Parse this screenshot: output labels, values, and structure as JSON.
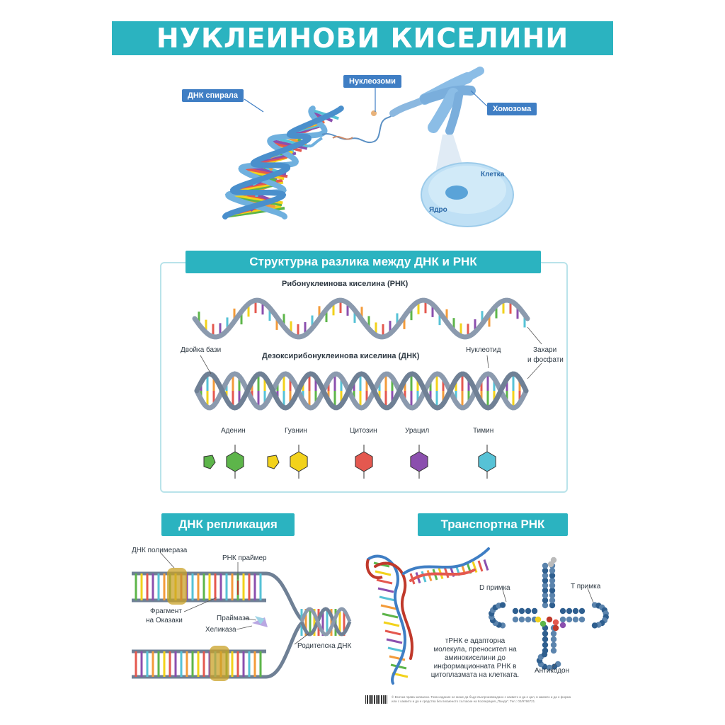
{
  "title": "НУКЛЕИНОВИ КИСЕЛИНИ",
  "top": {
    "dna_spiral": "ДНК спирала",
    "nucleosomes": "Нуклеозоми",
    "chromosome": "Хомозома",
    "cell": "Клетка",
    "nucleus": "Ядро"
  },
  "structure": {
    "header": "Структурна разлика между ДНК и РНК",
    "rna_title": "Рибонуклеинова киселина (РНК)",
    "dna_title": "Дезоксирибонуклеинова киселина (ДНК)",
    "base_pairs": "Двойка бази",
    "nucleotide": "Нуклеотид",
    "sugars_line1": "Захари",
    "sugars_line2": "и фосфати",
    "bases": [
      {
        "name": "Аденин",
        "color": "#5db54a"
      },
      {
        "name": "Гуанин",
        "color": "#f2d21b"
      },
      {
        "name": "Цитозин",
        "color": "#e4584f"
      },
      {
        "name": "Урацил",
        "color": "#8b4fae"
      },
      {
        "name": "Тимин",
        "color": "#56c2d6"
      }
    ],
    "base_pair_colors": [
      "#5db54a",
      "#f2d21b",
      "#e4584f",
      "#8b4fae",
      "#56c2d6",
      "#f39b3a"
    ]
  },
  "replication": {
    "header": "ДНК репликация",
    "polymerase": "ДНК полимераза",
    "rna_primer": "РНК праймер",
    "okazaki_line1": "Фрагмент",
    "okazaki_line2": "на Оказаки",
    "primase": "Праймаза",
    "helicase": "Хеликаза",
    "parent_dna": "Родителска ДНК"
  },
  "trna": {
    "header": "Транспортна РНК",
    "d_loop": "D примка",
    "t_loop": "T примка",
    "anticodon": "Антикодон",
    "description": [
      "тРНК е адапторна",
      "молекула, преносител на",
      "аминокиселини до",
      "информационната РНК в",
      "цитоплазмата на клетката."
    ]
  },
  "footer": {
    "copyright_line1": "© Всички права запазени. Това издание не може да бъде възпроизвеждано с каквито и да е цел, в каквато и да е форма",
    "copyright_line2": "или с каквито и да е средства без писменото съгласие на Кооперация „Панда\". Тел.: 02/9766721."
  },
  "colors": {
    "teal": "#2bb3c0",
    "blue_tag": "#3f7ec4",
    "backbone": "#8b9aae",
    "frame": "#b9e3ea"
  }
}
